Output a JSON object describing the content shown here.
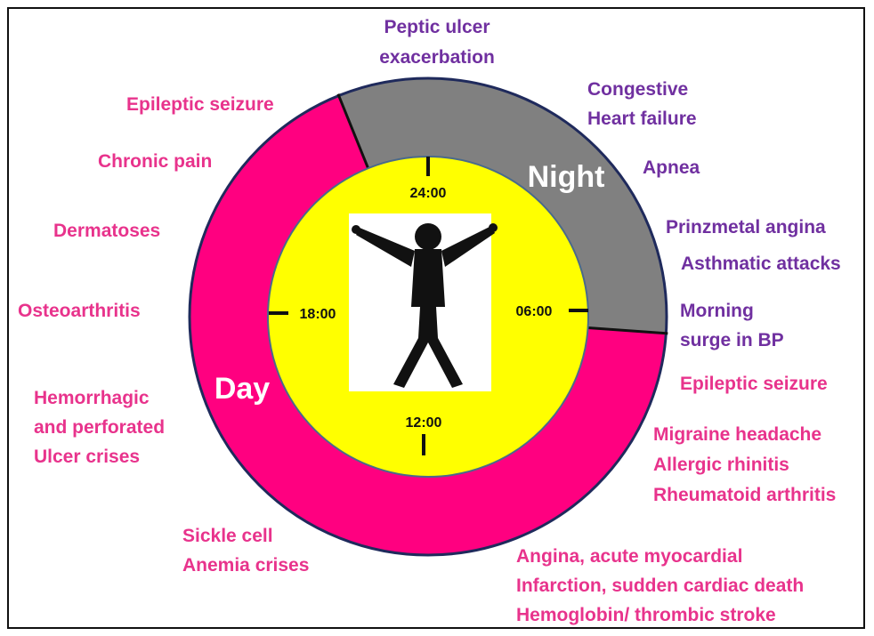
{
  "colors": {
    "day_ring": "#ff0080",
    "night_ring": "#808080",
    "clock_face": "#ffff00",
    "ring_outline": "#1f2a5c",
    "night_text": "#7030a0",
    "day_text": "#e8338c"
  },
  "clock": {
    "t24": "24:00",
    "t06": "06:00",
    "t12": "12:00",
    "t18": "18:00",
    "night_label": "Night",
    "day_label": "Day"
  },
  "night_conditions": {
    "peptic_1": "Peptic ulcer",
    "peptic_2": "exacerbation",
    "chf_1": "Congestive",
    "chf_2": "Heart failure",
    "apnea": "Apnea",
    "prinzmetal": "Prinzmetal angina",
    "asthma": "Asthmatic attacks",
    "bp_1": "Morning",
    "bp_2": "surge in BP"
  },
  "day_conditions": {
    "epi_top": "Epileptic seizure",
    "chronic_pain": "Chronic pain",
    "dermatoses": "Dermatoses",
    "osteoarthritis": "Osteoarthritis",
    "ulcer_1": "Hemorrhagic",
    "ulcer_2": "and perforated",
    "ulcer_3": "Ulcer crises",
    "sickle_1": "Sickle cell",
    "sickle_2": "Anemia crises",
    "epi_right": "Epileptic seizure",
    "migraine": "Migraine headache",
    "rhinitis": "Allergic rhinitis",
    "rheumatoid": "Rheumatoid arthritis",
    "angina_1": "Angina, acute myocardial",
    "angina_2": "Infarction, sudden cardiac death",
    "angina_3": "Hemoglobin/ thrombic stroke"
  }
}
